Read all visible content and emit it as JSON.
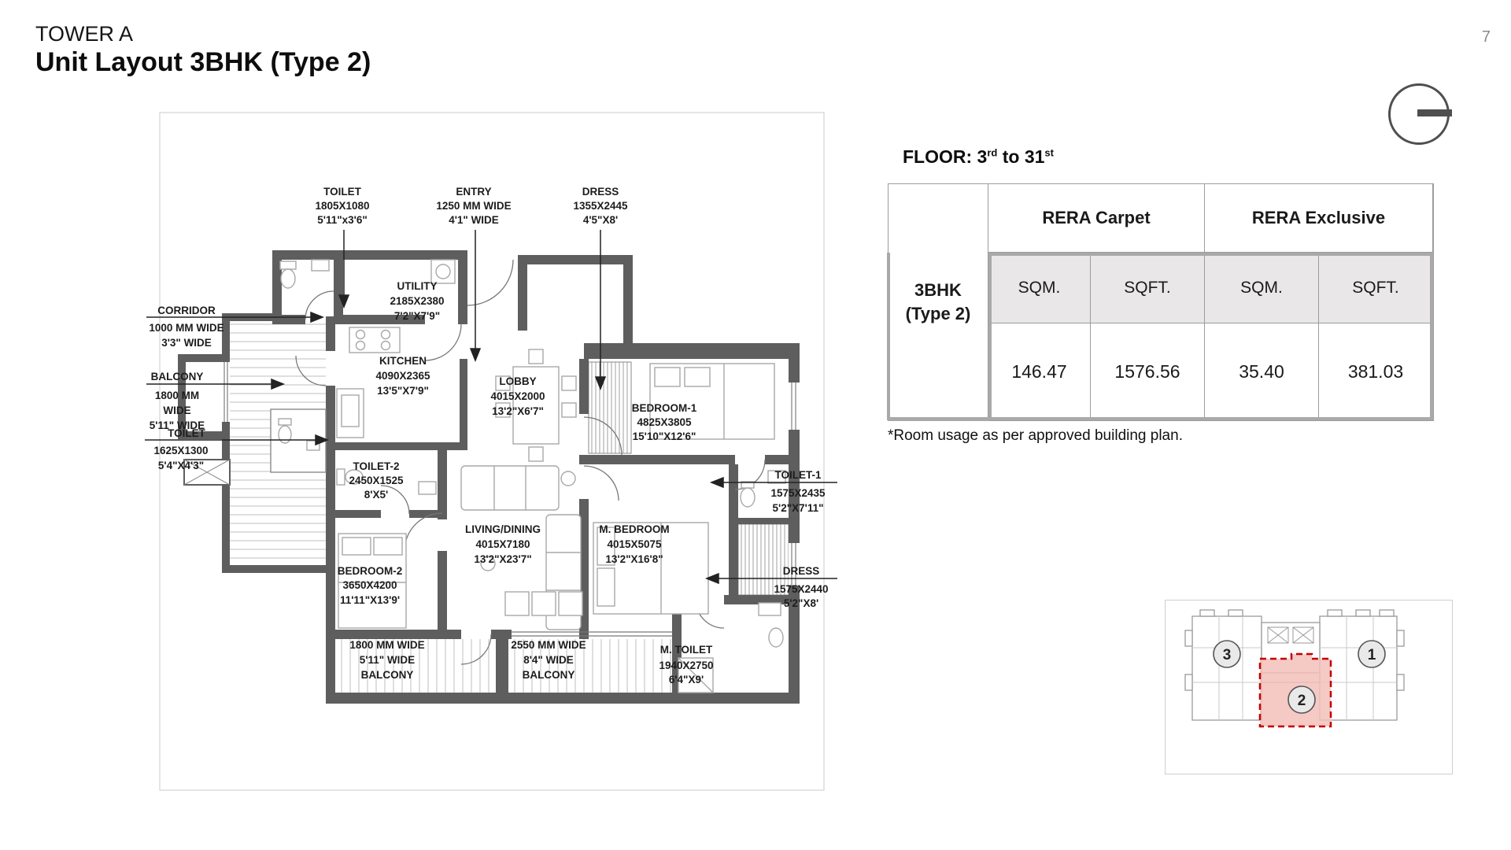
{
  "page": {
    "title_line1": "TOWER A",
    "title_line2": "Unit Layout 3BHK (Type 2)",
    "page_number": "7"
  },
  "icons": {
    "compass": "circle-with-horizontal-bar"
  },
  "floor_heading": {
    "prefix": "FLOOR: 3",
    "sup1": "rd",
    "mid": " to 31",
    "sup2": "st"
  },
  "table": {
    "row_header_line1": "3BHK",
    "row_header_line2": "(Type 2)",
    "group_headers": [
      "RERA Carpet",
      "RERA Exclusive"
    ],
    "col_headers": [
      "SQM.",
      "SQFT.",
      "SQM.",
      "SQFT."
    ],
    "values": [
      "146.47",
      "1576.56",
      "35.40",
      "381.03"
    ]
  },
  "footnote": "*Room usage as per approved building plan.",
  "floor_plan": {
    "rooms": {
      "toilet_top": {
        "name": "TOILET",
        "mm": "1805X1080",
        "ft": "5'11\"x3'6\""
      },
      "entry": {
        "name": "ENTRY",
        "mm": "1250 MM WIDE",
        "ft": "4'1\" WIDE"
      },
      "dress_top": {
        "name": "DRESS",
        "mm": "1355X2445",
        "ft": "4'5\"X8'"
      },
      "utility": {
        "name": "UTILITY",
        "mm": "2185X2380",
        "ft": "7'2\"X7'9\""
      },
      "corridor": {
        "name": "CORRIDOR",
        "mm": "1000 MM WIDE",
        "ft": "3'3\" WIDE"
      },
      "kitchen": {
        "name": "KITCHEN",
        "mm": "4090X2365",
        "ft": "13'5\"X7'9\""
      },
      "lobby": {
        "name": "LOBBY",
        "mm": "4015X2000",
        "ft": "13'2\"X6'7\""
      },
      "bedroom_1": {
        "name": "BEDROOM-1",
        "mm": "4825X3805",
        "ft": "15'10\"X12'6\""
      },
      "balcony_left": {
        "name": "BALCONY",
        "mm": "1800 MM",
        "mm2": "WIDE",
        "ft": "5'11\" WIDE"
      },
      "toilet_left": {
        "name": "TOILET",
        "mm": "1625X1300",
        "ft": "5'4\"X4'3\""
      },
      "toilet_2": {
        "name": "TOILET-2",
        "mm": "2450X1525",
        "ft": "8'X5'"
      },
      "living_dining": {
        "name": "LIVING/DINING",
        "mm": "4015X7180",
        "ft": "13'2\"X23'7\""
      },
      "m_bedroom": {
        "name": "M. BEDROOM",
        "mm": "4015X5075",
        "ft": "13'2\"X16'8\""
      },
      "toilet_1": {
        "name": "TOILET-1",
        "mm": "1575X2435",
        "ft": "5'2\"X7'11\""
      },
      "bedroom_2": {
        "name": "BEDROOM-2",
        "mm": "3650X4200",
        "ft": "11'11\"X13'9'"
      },
      "dress_right": {
        "name": "DRESS",
        "mm": "1575X2440",
        "ft": "5'2\"X8'"
      },
      "balcony_bl": {
        "name": "BALCONY",
        "mm": "1800 MM WIDE",
        "ft": "5'11\" WIDE"
      },
      "balcony_br": {
        "name": "BALCONY",
        "mm": "2550 MM WIDE",
        "ft": "8'4\" WIDE"
      },
      "m_toilet": {
        "name": "M. TOILET",
        "mm": "1940X2750",
        "ft": "6'4\"X9'"
      }
    }
  },
  "key_plan": {
    "units": [
      "3",
      "1",
      "2"
    ],
    "highlighted_unit": "2"
  },
  "colors": {
    "wall": "#5e5e5e",
    "highlight_fill": "#f3c0ba",
    "highlight_stroke": "#c00000",
    "table_subheader_bg": "#e9e7e7",
    "table_thick_border": "#a9a9a9"
  }
}
